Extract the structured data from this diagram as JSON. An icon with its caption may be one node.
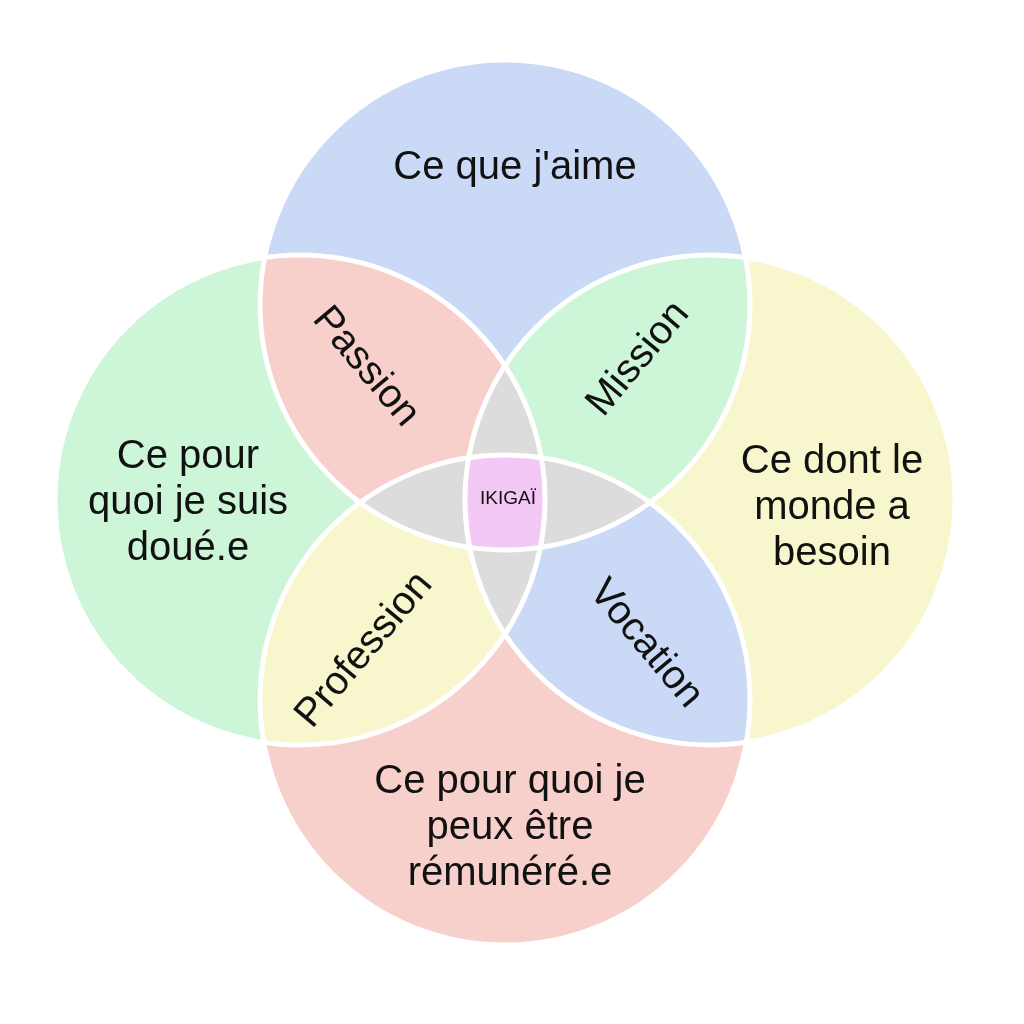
{
  "diagram": {
    "nodes": [
      {
        "text": [
          "Ce que j'aime"
        ]
      },
      {
        "text": [
          "Ce pour quoi je suis doué.e"
        ]
      },
      {
        "text": [
          "Ce dont le monde a besoin"
        ]
      },
      {
        "text": [
          "Ce pour quoi je peux être rémunéré.e"
        ]
      },
      {
        "text": [
          "Passion"
        ]
      },
      {
        "text": [
          "Mission"
        ]
      },
      {
        "text": [
          "Profession"
        ]
      },
      {
        "text": [
          "Vocation"
        ]
      },
      {
        "text": [
          "IKIGAÏ"
        ]
      },
      {
        "text": [],
        "shape": "lens"
      },
      {
        "text": [],
        "shape": "lens"
      },
      {
        "text": [],
        "shape": "lens"
      },
      {
        "text": [],
        "shape": "lens"
      }
    ]
  }
}
